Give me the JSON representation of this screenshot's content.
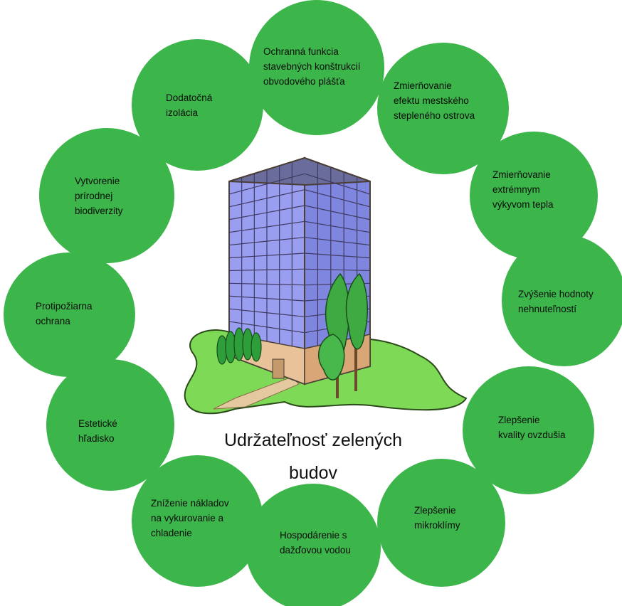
{
  "diagram": {
    "title_line1": "Udržateľnosť zelených",
    "title_line2": "budov",
    "colors": {
      "circle_fill": "#3cb54a",
      "text": "#0b0b0b",
      "building_glass": "#8f93e6",
      "building_frame": "#5a4a3a",
      "building_base": "#e8c39a",
      "lawn": "#7ed957",
      "tree": "#2e9e3a"
    },
    "benefits": [
      {
        "label": "Ochranná funkcia\nstavebných konštrukcií\nobvodového plášťa"
      },
      {
        "label": "Zmierňovanie\nefektu mestského\nstepleného ostrova"
      },
      {
        "label": "Zmierňovanie\nextrémnym\nvýkyvom tepla"
      },
      {
        "label": "Zvýšenie hodnoty\nnehnuteľností"
      },
      {
        "label": "Zlepšenie\nkvality ovzdušia"
      },
      {
        "label": "Zlepšenie\nmikroklímy"
      },
      {
        "label": "Hospodárenie s\ndažďovou vodou"
      },
      {
        "label": "Zníženie nákladov\nna vykurovanie a\nchladenie"
      },
      {
        "label": "Estetické\nhľadisko"
      },
      {
        "label": "Protipožiarna\nochrana"
      },
      {
        "label": "Vytvorenie\nprírodnej\nbiodiverzity"
      },
      {
        "label": "Dodatočná\nizolácia"
      }
    ]
  }
}
